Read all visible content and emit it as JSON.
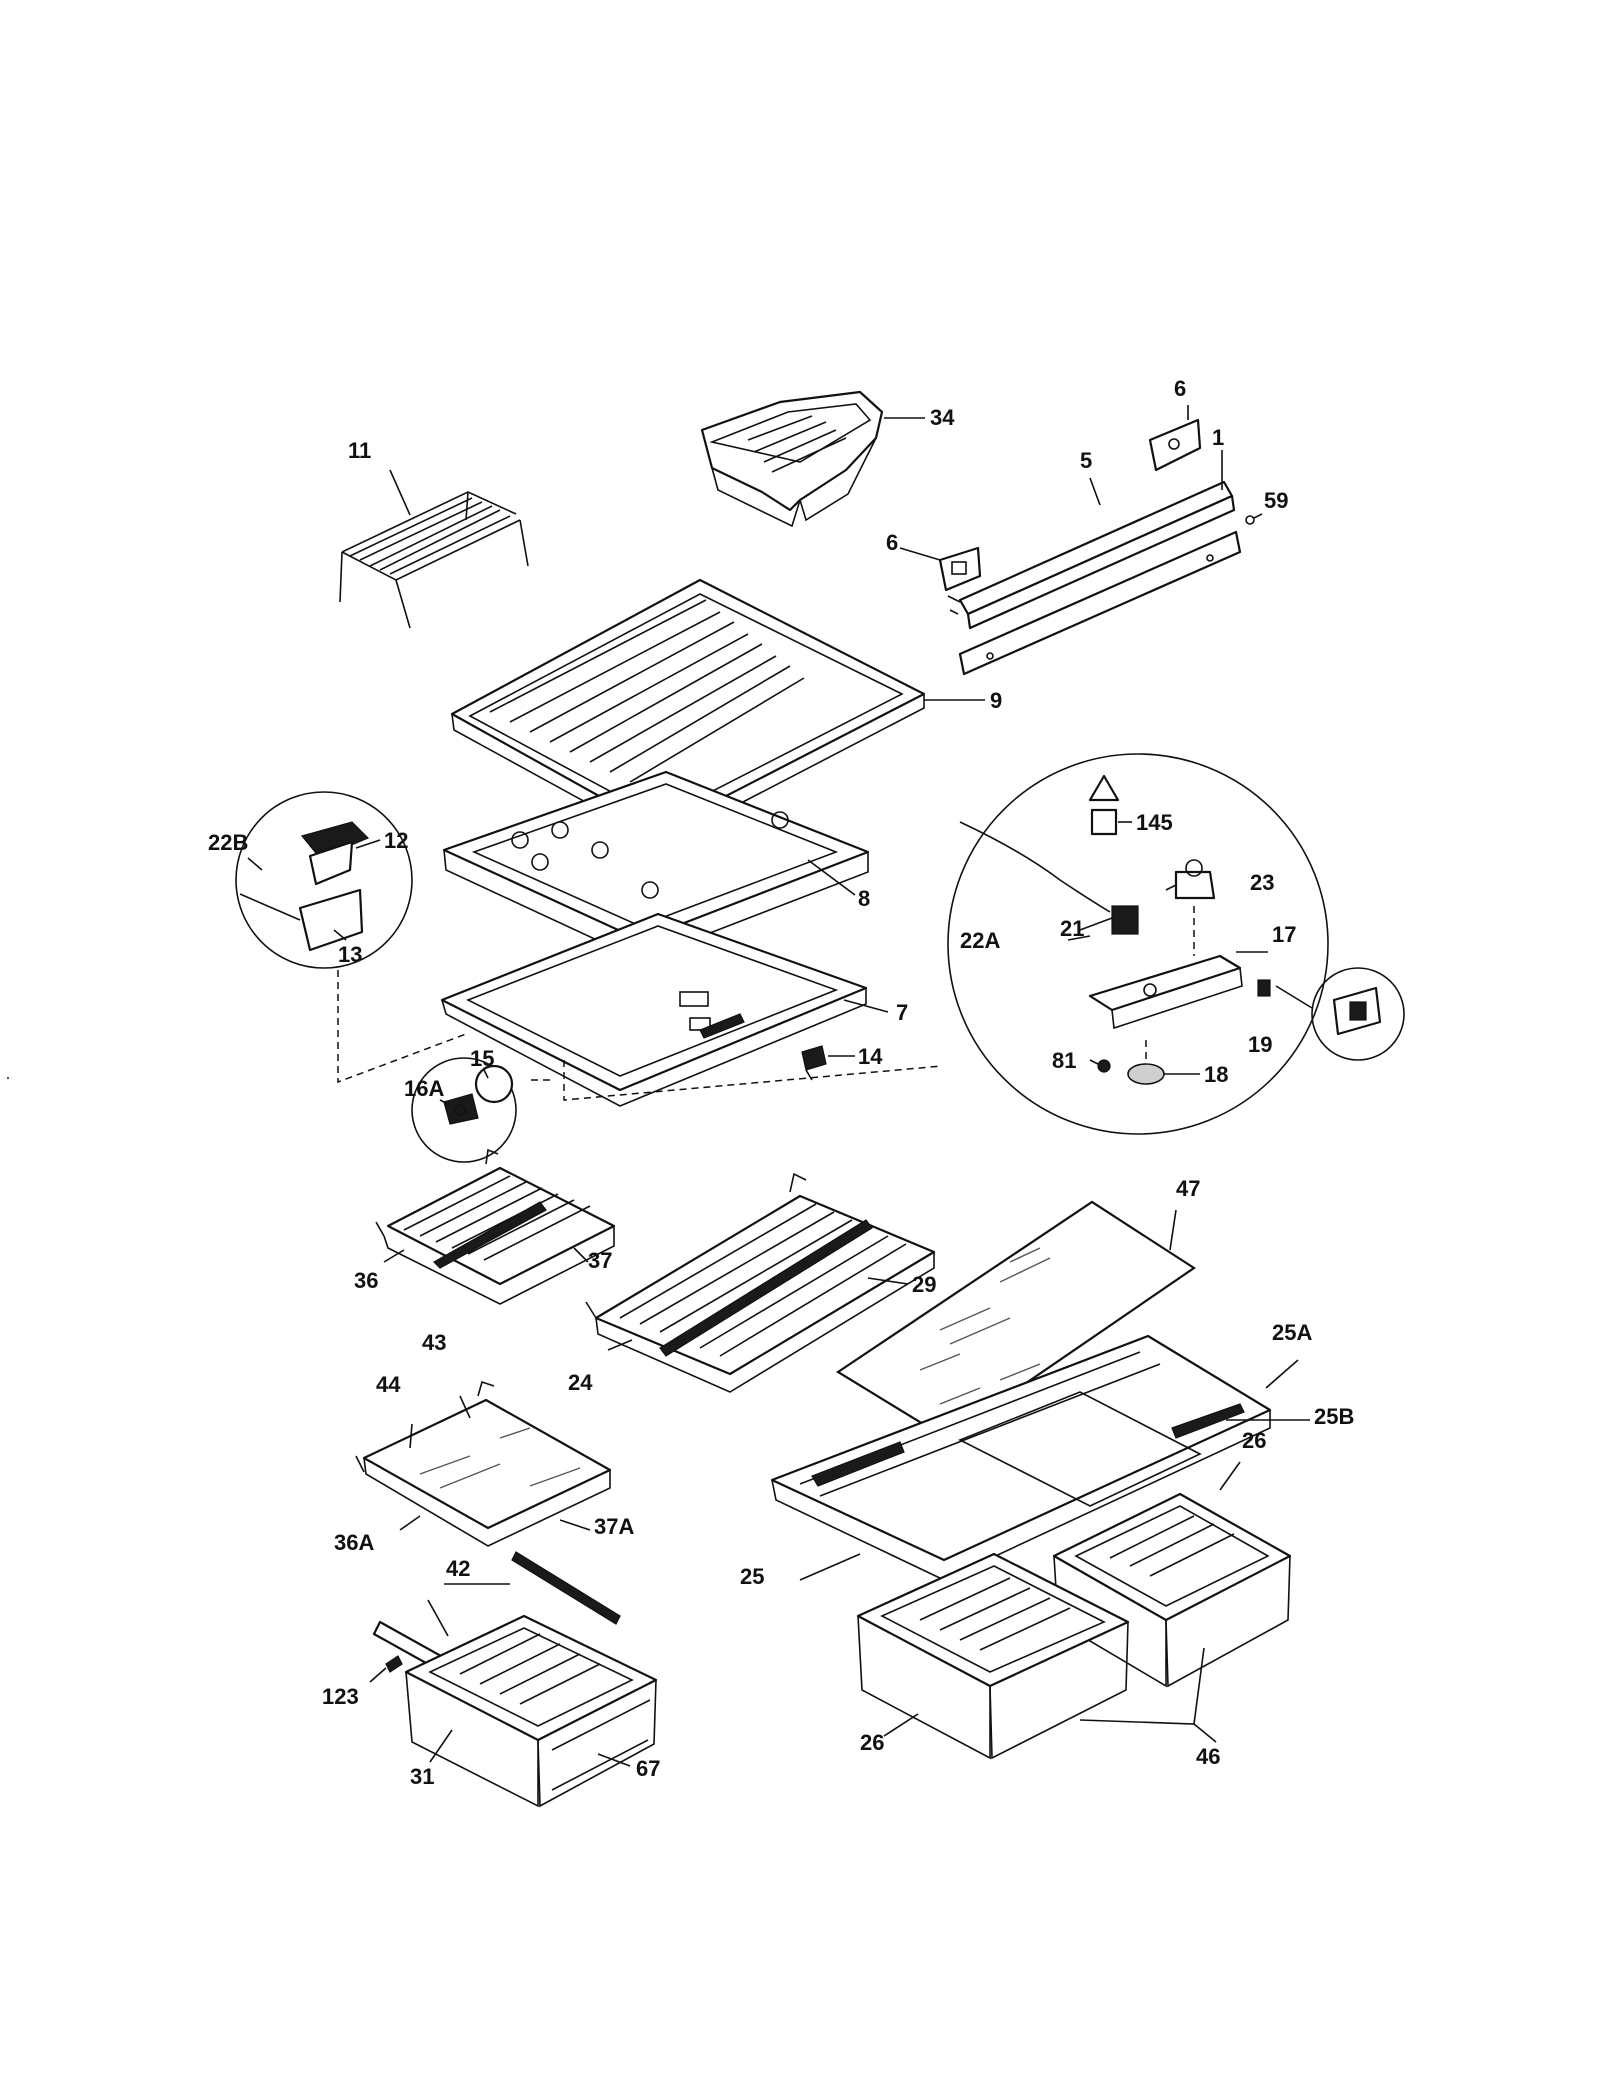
{
  "callouts": {
    "c34": "34",
    "c11": "11",
    "c6a": "6",
    "c6b": "6",
    "c5": "5",
    "c1": "1",
    "c59": "59",
    "c9": "9",
    "c22b": "22B",
    "c12": "12",
    "c13": "13",
    "c8": "8",
    "c7": "7",
    "c14": "14",
    "c15": "15",
    "c16a": "16A",
    "c145": "145",
    "c23": "23",
    "c22a": "22A",
    "c21": "21",
    "c17": "17",
    "c19": "19",
    "c81": "81",
    "c18": "18",
    "c36": "36",
    "c37": "37",
    "c47": "47",
    "c29": "29",
    "c24": "24",
    "c25a": "25A",
    "c25b": "25B",
    "c43": "43",
    "c44": "44",
    "c26a": "26",
    "c36a": "36A",
    "c37a": "37A",
    "c25": "25",
    "c42": "42",
    "c123": "123",
    "c26b": "26",
    "c46": "46",
    "c31": "31",
    "c67": "67"
  }
}
